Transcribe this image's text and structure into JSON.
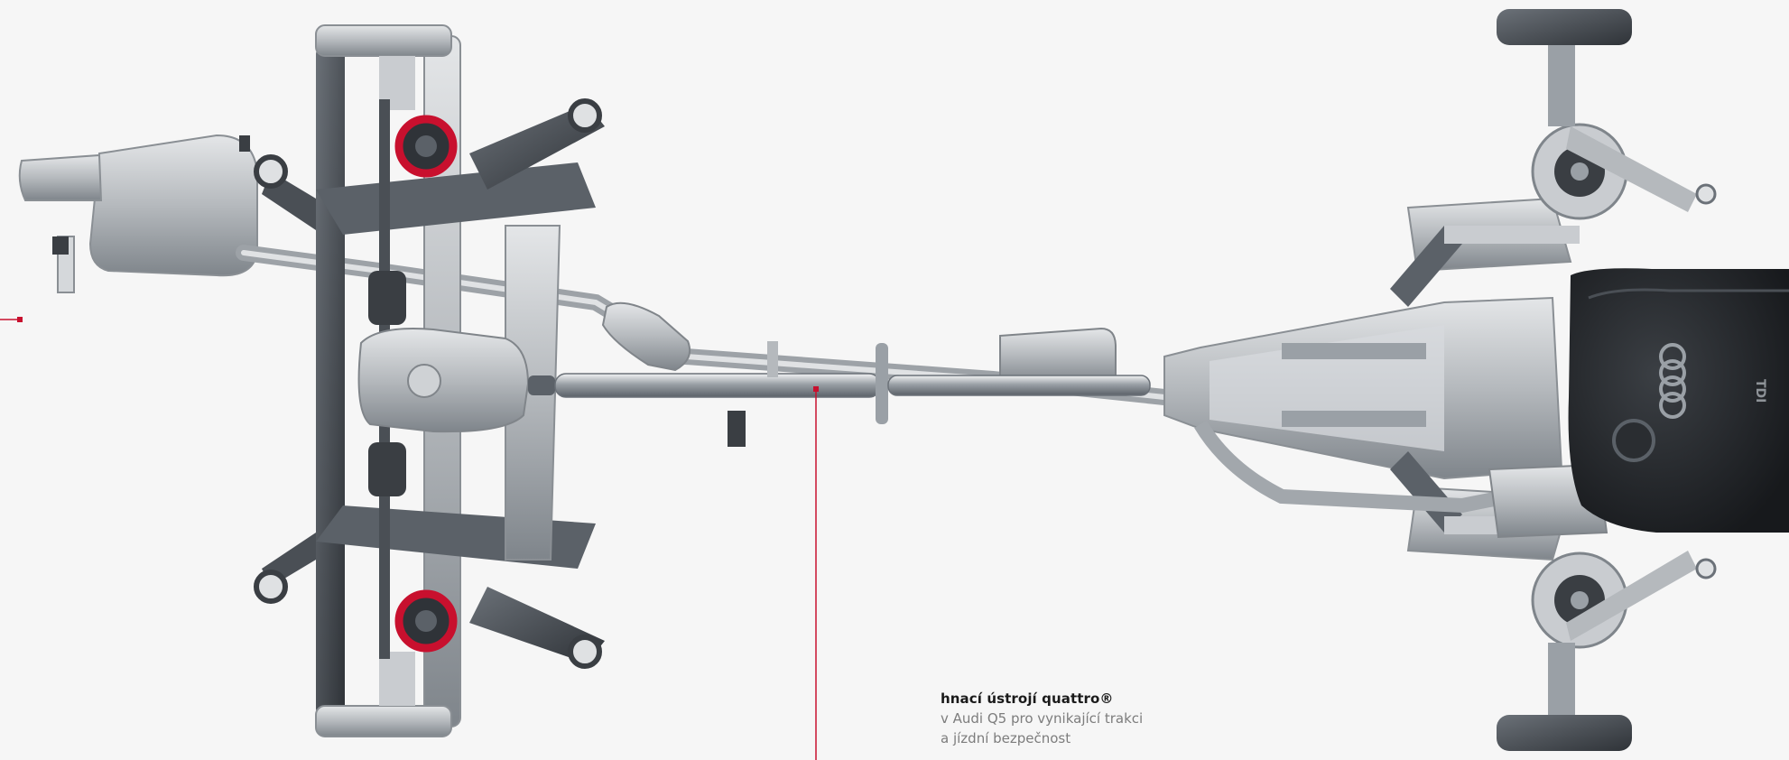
{
  "callout": {
    "title": "hnací ústrojí quattro®",
    "lines": [
      "v Audi Q5 pro vynikající trakci",
      "a jízdní bezpečnost"
    ]
  },
  "colors": {
    "background": "#f6f6f6",
    "accent": "#c8102e",
    "metal": "#b9bdc1",
    "dark_metal": "#4a4f55",
    "engine_cover": "#2a2d31"
  },
  "figure": {
    "engine_logo": "four-rings-logo",
    "engine_badge": "TDI"
  }
}
